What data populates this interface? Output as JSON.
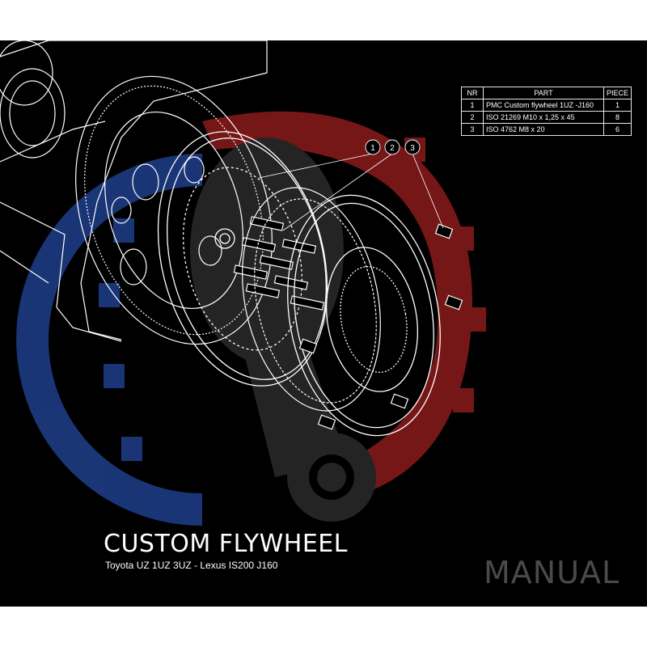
{
  "parts_table": {
    "headers": {
      "nr": "NR",
      "part": "PART",
      "piece": "PIECE"
    },
    "rows": [
      {
        "nr": "1",
        "part": "PMC Custom flywheel 1UZ -J160",
        "piece": "1"
      },
      {
        "nr": "2",
        "part": "ISO 21269 M10 x 1,25 x 45",
        "piece": "8"
      },
      {
        "nr": "3",
        "part": "ISO 4762 M8 x 20",
        "piece": "6"
      }
    ]
  },
  "callouts": [
    "1",
    "2",
    "3"
  ],
  "title": "CUSTOM FLYWHEEL",
  "subtitle": "Toyota UZ 1UZ 3UZ - Lexus IS200 J160",
  "manual_label": "MANUAL",
  "colors": {
    "background": "#000000",
    "line_art": "#ffffff",
    "logo_red": "#8a1c1c",
    "logo_blue": "#1f3f8a",
    "logo_gray": "#3a3a3a",
    "manual_text": "#4a4a4a"
  }
}
